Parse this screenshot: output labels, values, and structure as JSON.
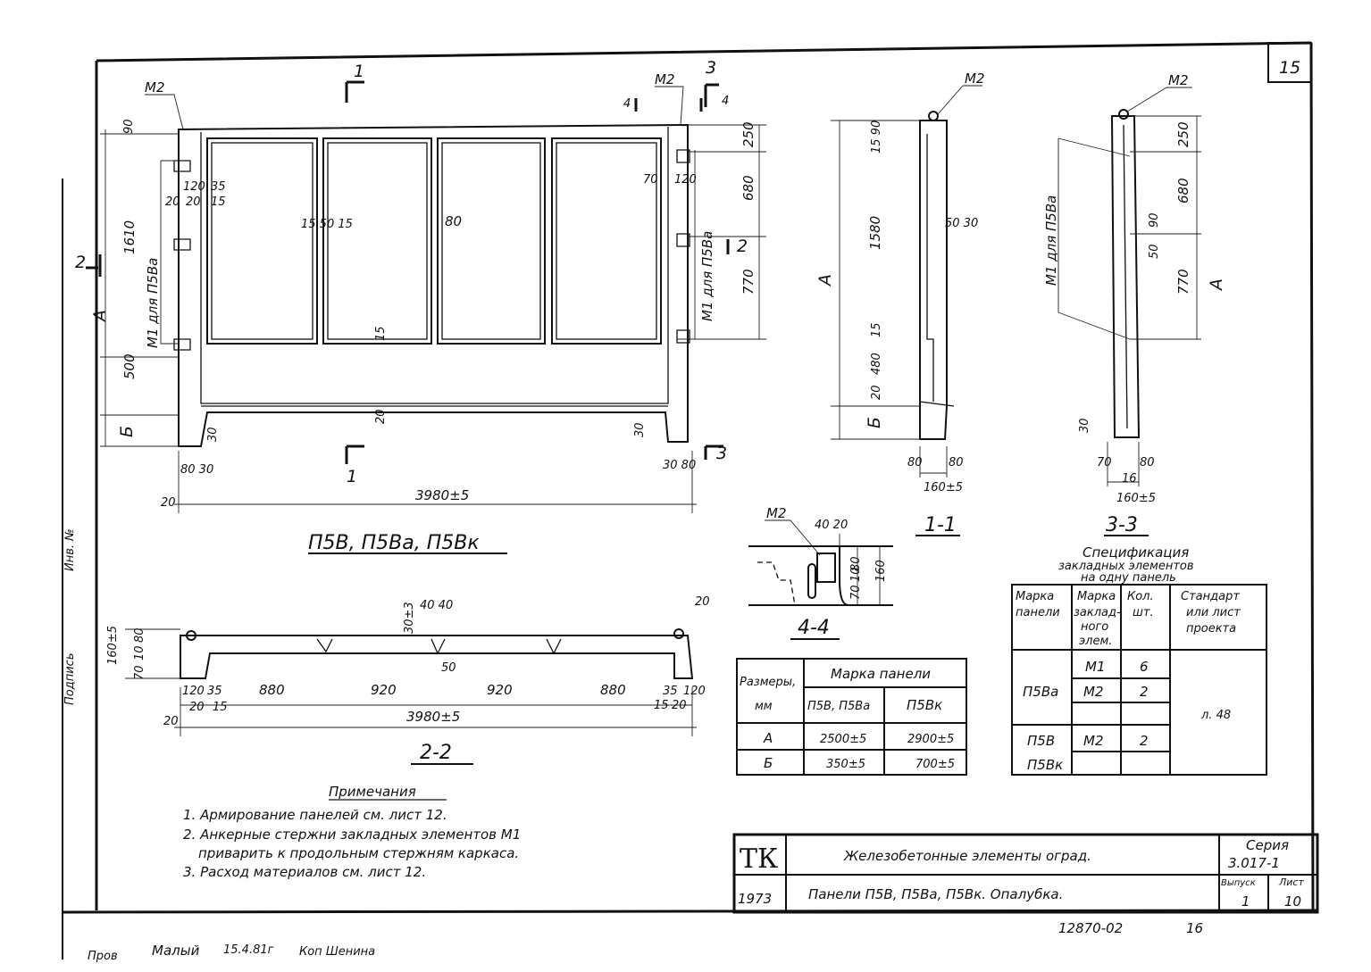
{
  "sheet_corner_number": "15",
  "elevation": {
    "title": "П5В, П5Ва, П5Вк",
    "section_marks": [
      "1",
      "1",
      "2",
      "2",
      "3",
      "3",
      "4",
      "4"
    ],
    "labels": {
      "m2_left": "M2",
      "m2_right": "M2",
      "m1_left": "M1 для П5Ва",
      "m1_right": "M1 для П5Ва",
      "a": "A",
      "b": "Б"
    },
    "dims": {
      "d90": "90",
      "d1610": "1610",
      "d500": "500",
      "d120": "120",
      "d35": "35",
      "d20a": "20",
      "d20b": "20",
      "d15a": "15",
      "d15_50_15": "15 50 15",
      "d80": "80",
      "d15b": "15",
      "d20c": "20",
      "d30a": "30",
      "d80_30": "80 30",
      "d20d": "20",
      "total": "3980±5",
      "d250": "250",
      "d680": "680",
      "d770": "770",
      "d70": "70",
      "d120b": "120",
      "d30b": "30",
      "d30_80": "30 80"
    }
  },
  "section_1_1": {
    "title": "1-1",
    "label_m2": "M2",
    "a": "A",
    "b": "Б",
    "dims": {
      "d15_90": "15 90",
      "d1580": "1580",
      "d15": "15",
      "d480": "480",
      "d20": "20",
      "d50_30": "50 30",
      "d80a": "80",
      "d80b": "80",
      "d160": "160±5"
    }
  },
  "section_3_3": {
    "title": "3-3",
    "label_m2": "M2",
    "label_m1": "M1 для П5Ва",
    "a": "A",
    "dims": {
      "d250": "250",
      "d680": "680",
      "d770": "770",
      "d90": "90",
      "d50": "50",
      "d30": "30",
      "d70": "70",
      "d80": "80",
      "d16": "16",
      "d160": "160±5"
    }
  },
  "section_2_2": {
    "title": "2-2",
    "dims": {
      "d160": "160±5",
      "d80": "80",
      "d10": "10",
      "d70": "70",
      "d30": "30±3",
      "d40_40": "40 40",
      "d50": "50",
      "d120a": "120",
      "d35a": "35",
      "d20a": "20",
      "d15a": "15",
      "s880a": "880",
      "s920a": "920",
      "s920b": "920",
      "s880b": "880",
      "d35b": "35",
      "d120b": "120",
      "d15b": "15",
      "d20b": "20",
      "d20c": "20",
      "d20d": "20",
      "total": "3980±5"
    }
  },
  "section_4_4": {
    "title": "4-4",
    "label_m2": "M2",
    "dims": {
      "d40_20": "40 20",
      "d80": "80",
      "d10": "10",
      "d70": "70",
      "d160": "160"
    }
  },
  "dims_table": {
    "corner": [
      "Размеры,",
      "мм"
    ],
    "group_header": "Марка панели",
    "columns": [
      "П5В, П5Ва",
      "П5Вк"
    ],
    "rows": [
      {
        "label": "A",
        "values": [
          "2500±5",
          "2900±5"
        ]
      },
      {
        "label": "Б",
        "values": [
          "350±5",
          "700±5"
        ]
      }
    ]
  },
  "spec_table": {
    "title": [
      "Спецификация",
      "закладных элементов",
      "на одну панель"
    ],
    "headers": [
      [
        "Марка",
        "панели"
      ],
      [
        "Марка",
        "заклад-",
        "ного",
        "элем."
      ],
      [
        "Кол.",
        "шт."
      ],
      [
        "Стандарт",
        "или лист",
        "проекта"
      ]
    ],
    "groups": [
      {
        "panel": "П5Ва",
        "rows": [
          [
            "M1",
            "6"
          ],
          [
            "M2",
            "2"
          ],
          [
            "",
            ""
          ]
        ]
      },
      {
        "panel": [
          "П5В",
          "П5Вк"
        ],
        "rows": [
          [
            "M2",
            "2"
          ],
          [
            "",
            ""
          ]
        ]
      }
    ],
    "reference": "л. 48"
  },
  "notes": {
    "title": "Примечания",
    "items": [
      "1. Армирование панелей см. лист 12.",
      "2. Анкерные стержни закладных элементов M1",
      "приварить к продольным стержням каркаса.",
      "3. Расход материалов см. лист 12."
    ]
  },
  "title_block": {
    "org": "ТК",
    "year": "1973",
    "title": "Железобетонные элементы оград.",
    "subtitle": "Панели П5В, П5Ва, П5Вк. Опалубка.",
    "series_label": "Серия",
    "series": "3.017-1",
    "issue_label": "Выпуск",
    "issue": "1",
    "sheet_label": "Лист",
    "sheet": "10"
  },
  "footer": {
    "code": "12870-02",
    "page": "16",
    "signatures": [
      "Пров",
      "Малый",
      "15.4.81г",
      "Коп Шенина"
    ]
  },
  "margin_stamps": [
    "Инв. №",
    "Подпись"
  ]
}
